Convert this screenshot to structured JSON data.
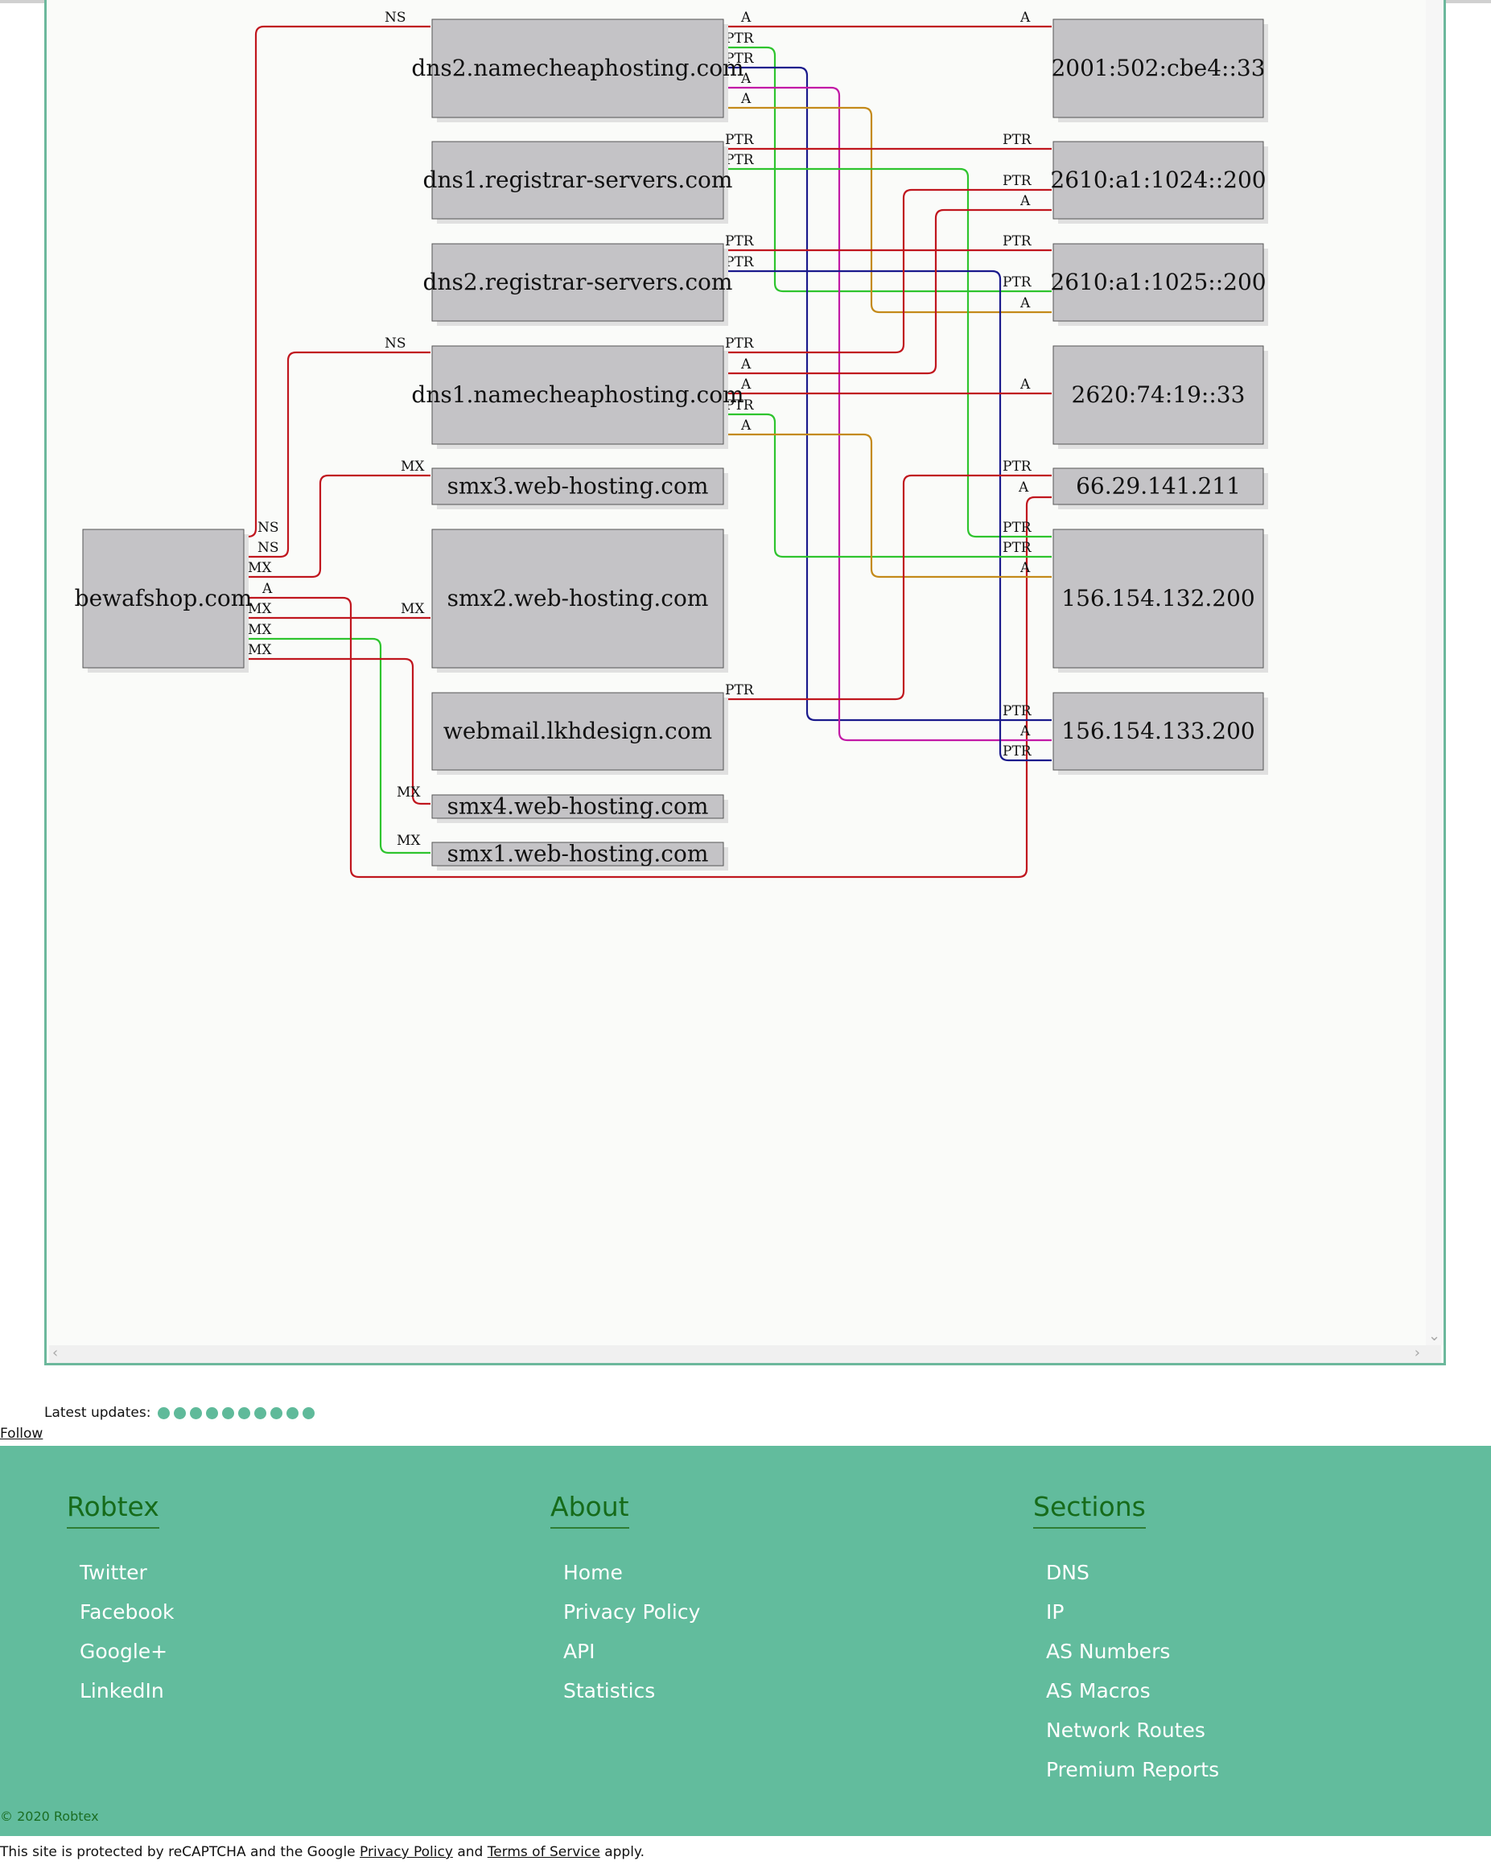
{
  "graph": {
    "nodes": {
      "bewafshop": "bewafshop.com",
      "dns2_namecheap": "dns2.namecheaphosting.com",
      "dns1_registrar": "dns1.registrar-servers.com",
      "dns2_registrar": "dns2.registrar-servers.com",
      "dns1_namecheap": "dns1.namecheaphosting.com",
      "smx3": "smx3.web-hosting.com",
      "smx2": "smx2.web-hosting.com",
      "webmail": "webmail.lkhdesign.com",
      "smx4": "smx4.web-hosting.com",
      "smx1": "smx1.web-hosting.com",
      "ip_2001": "2001:502:cbe4::33",
      "ip_2610_1024": "2610:a1:1024::200",
      "ip_2610_1025": "2610:a1:1025::200",
      "ip_2620": "2620:74:19::33",
      "ip_66": "66.29.141.211",
      "ip_156_132": "156.154.132.200",
      "ip_156_133": "156.154.133.200"
    },
    "record_types": {
      "ns": "NS",
      "mx": "MX",
      "a": "A",
      "ptr": "PTR"
    },
    "colors": {
      "red": "#c0161e",
      "green": "#2ec42e",
      "navy": "#1a1a8c",
      "magenta": "#c21aa6",
      "orange": "#c48a1a",
      "box": "#c4c3c6",
      "shadow": "#e0e0e0"
    }
  },
  "updates": {
    "label": "Latest updates:",
    "count": 10
  },
  "follow": "Follow",
  "footer": {
    "columns": [
      {
        "title": "Robtex",
        "items": [
          "Twitter",
          "Facebook",
          "Google+",
          "LinkedIn"
        ]
      },
      {
        "title": "About",
        "items": [
          "Home",
          "Privacy Policy",
          "API",
          "Statistics"
        ]
      },
      {
        "title": "Sections",
        "items": [
          "DNS",
          "IP",
          "AS Numbers",
          "AS Macros",
          "Network Routes",
          "Premium Reports"
        ]
      }
    ],
    "copyright": "© 2020 Robtex"
  },
  "captcha": {
    "prefix": "This site is protected by reCAPTCHA and the Google",
    "privacy": "Privacy Policy",
    "and": "and",
    "terms": "Terms of Service",
    "suffix": "apply."
  }
}
